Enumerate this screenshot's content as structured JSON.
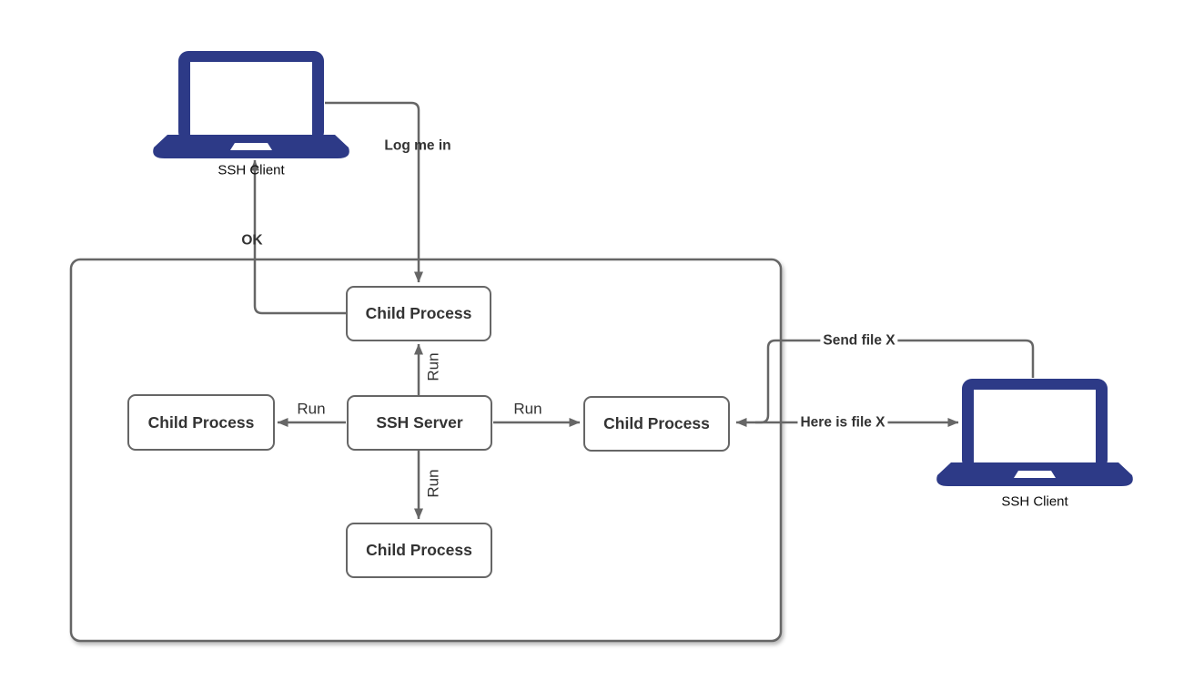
{
  "diagram": {
    "description": "SSH server spawning child processes for SSH clients",
    "colors": {
      "line": "#666666",
      "node_border": "#666666",
      "node_fill": "#ffffff",
      "node_text": "#333333",
      "edge_label_text": "#333333",
      "laptop": "#2d3a87",
      "background": "#ffffff"
    },
    "nodes": {
      "child_top": {
        "label": "Child Process"
      },
      "child_left": {
        "label": "Child Process"
      },
      "ssh_server": {
        "label": "SSH Server"
      },
      "child_right": {
        "label": "Child Process"
      },
      "child_bottom": {
        "label": "Child Process"
      },
      "ssh_client_left": {
        "label": "SSH Client"
      },
      "ssh_client_right": {
        "label": "SSH Client"
      }
    },
    "edges": {
      "log_me_in": {
        "label": "Log me in"
      },
      "ok": {
        "label": "OK"
      },
      "run_up": {
        "label": "Run"
      },
      "run_down": {
        "label": "Run"
      },
      "run_left": {
        "label": "Run"
      },
      "run_right": {
        "label": "Run"
      },
      "send_file_x": {
        "label": "Send file X"
      },
      "here_is_file_x": {
        "label": "Here is file X"
      }
    }
  }
}
